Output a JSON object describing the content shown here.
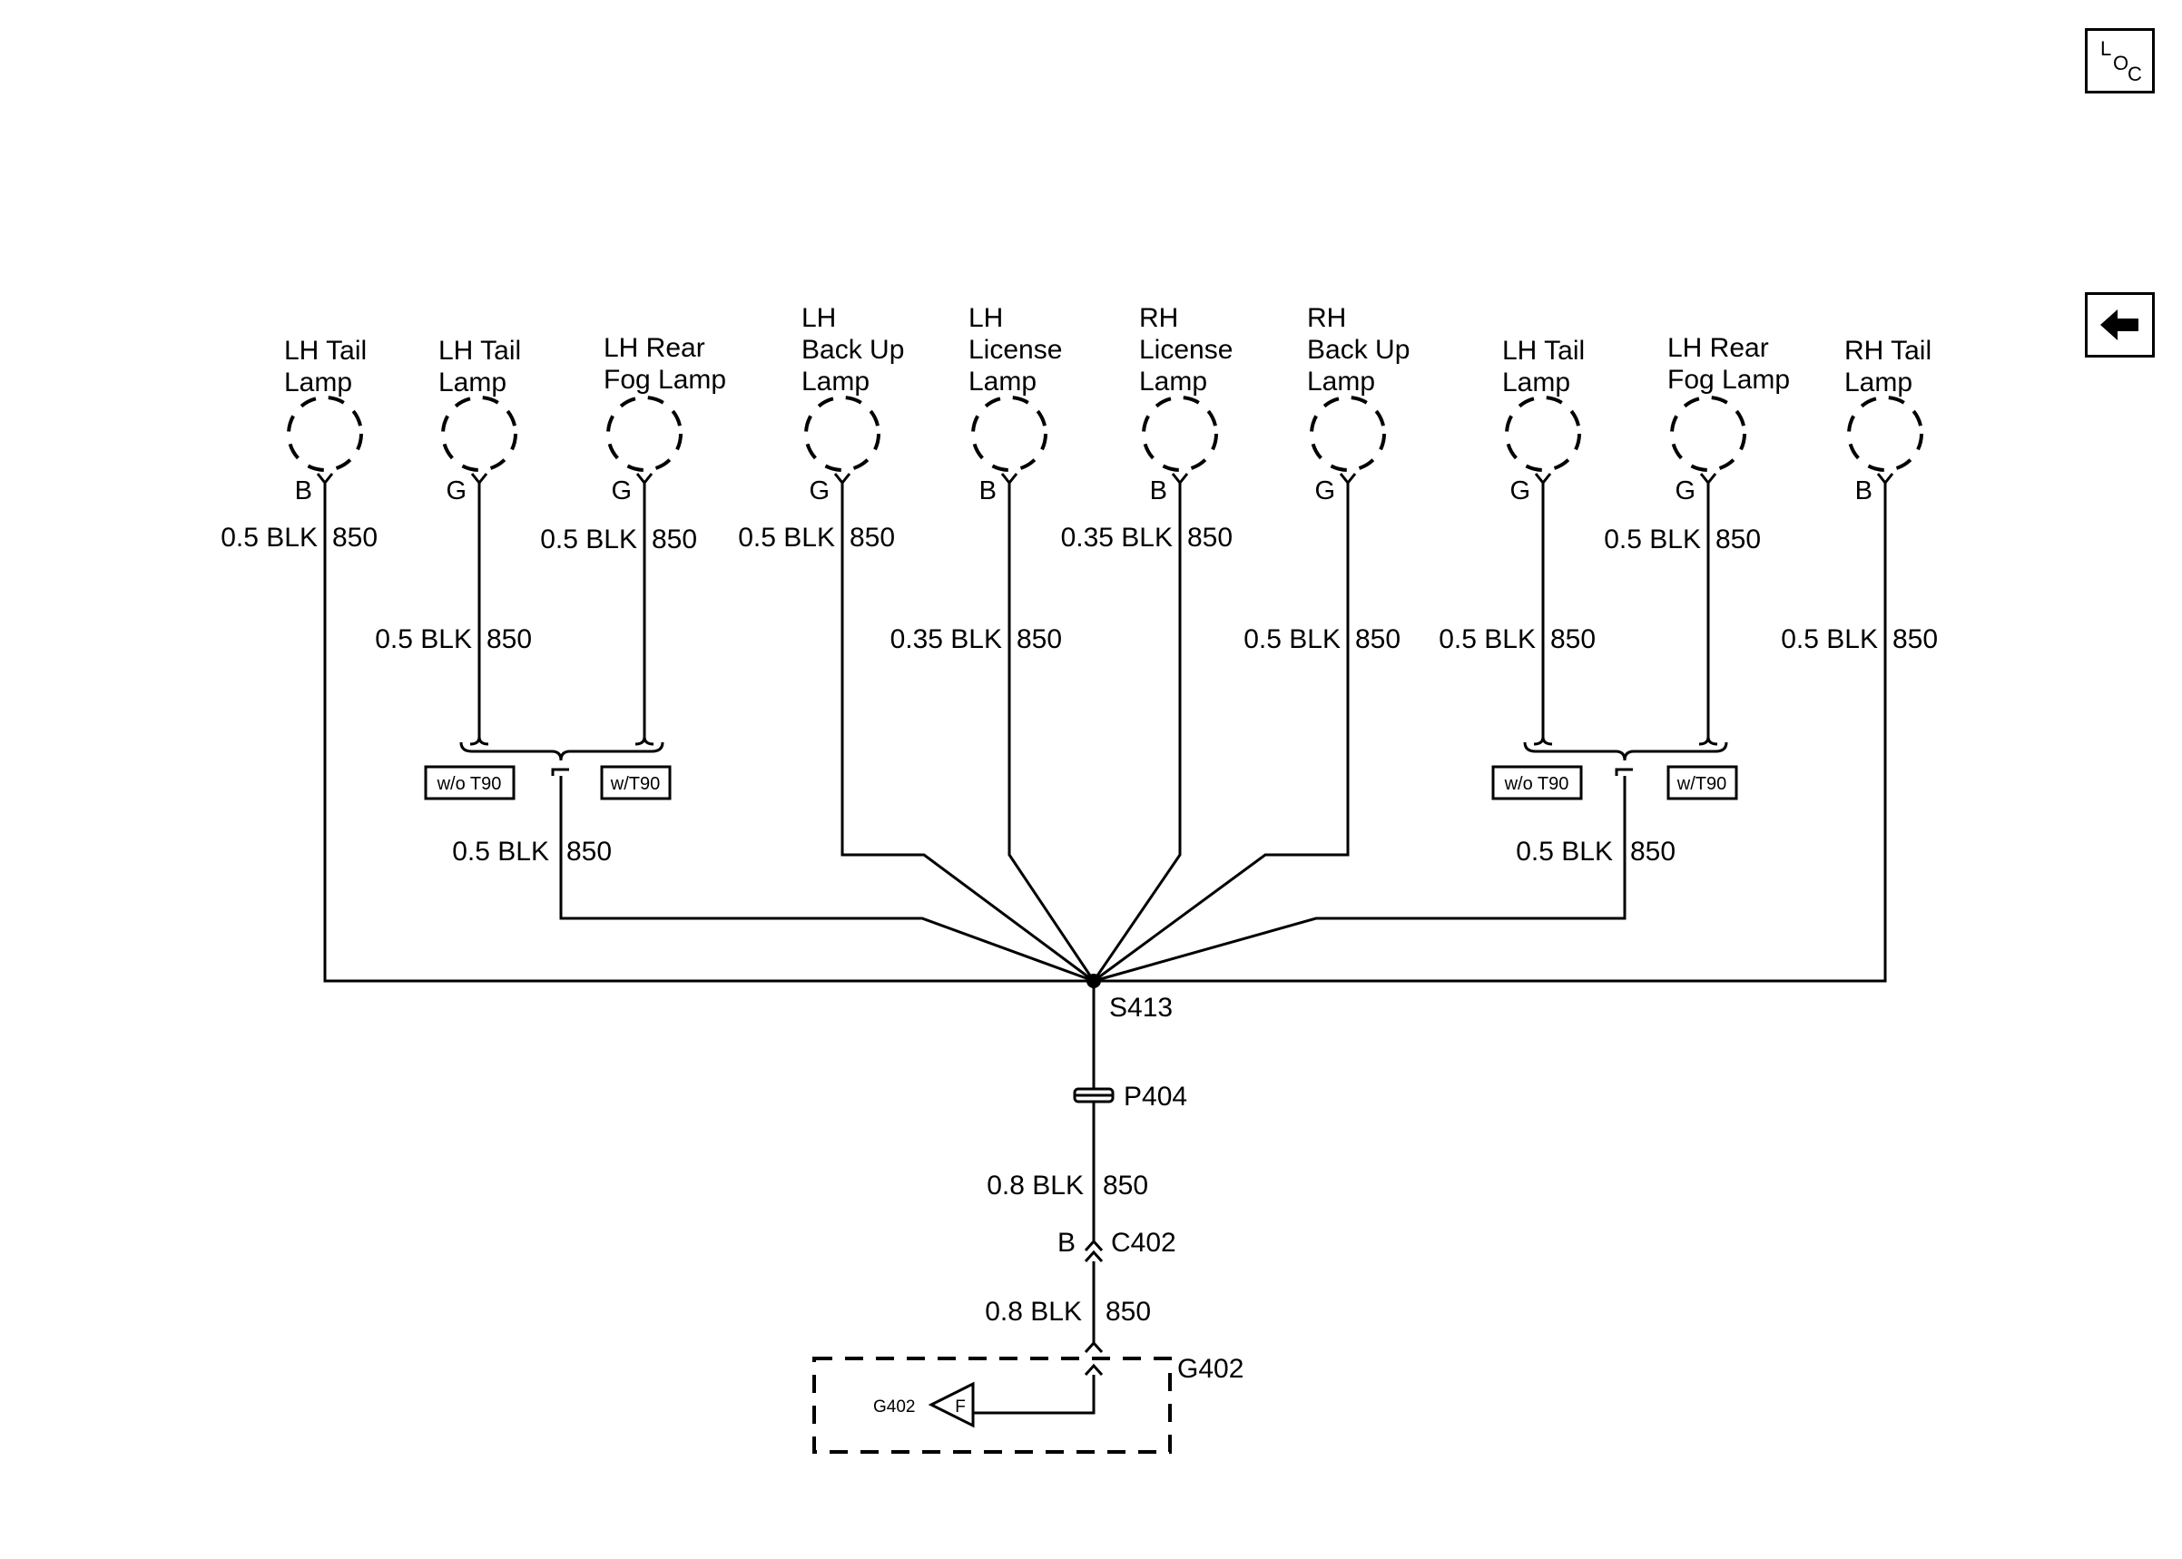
{
  "nav": {
    "loc_label": "LOC",
    "loc_letters": [
      "L",
      "O",
      "C"
    ],
    "back_icon": "arrow-left-icon"
  },
  "lamps": [
    {
      "name_lines": [
        "LH Tail",
        "Lamp"
      ],
      "pin": "B",
      "wire_gauge_color": "0.5 BLK",
      "circuit": "850"
    },
    {
      "name_lines": [
        "LH Tail",
        "Lamp"
      ],
      "pin": "G",
      "wire_gauge_color": "0.5 BLK",
      "circuit": "850"
    },
    {
      "name_lines": [
        "LH Rear",
        "Fog Lamp"
      ],
      "pin": "G",
      "wire_gauge_color": "0.5 BLK",
      "circuit": "850"
    },
    {
      "name_lines": [
        "LH",
        "Back Up",
        "Lamp"
      ],
      "pin": "G",
      "wire_gauge_color": "0.5 BLK",
      "circuit": "850"
    },
    {
      "name_lines": [
        "LH",
        "License",
        "Lamp"
      ],
      "pin": "B",
      "wire_gauge_color": "0.35 BLK",
      "circuit": "850"
    },
    {
      "name_lines": [
        "RH",
        "License",
        "Lamp"
      ],
      "pin": "B",
      "wire_gauge_color": "0.35 BLK",
      "circuit": "850"
    },
    {
      "name_lines": [
        "RH",
        "Back Up",
        "Lamp"
      ],
      "pin": "G",
      "wire_gauge_color": "0.5 BLK",
      "circuit": "850"
    },
    {
      "name_lines": [
        "LH Tail",
        "Lamp"
      ],
      "pin": "G",
      "wire_gauge_color": "0.5 BLK",
      "circuit": "850"
    },
    {
      "name_lines": [
        "LH Rear",
        "Fog Lamp"
      ],
      "pin": "G",
      "wire_gauge_color": "0.5 BLK",
      "circuit": "850"
    },
    {
      "name_lines": [
        "RH Tail",
        "Lamp"
      ],
      "pin": "B",
      "wire_gauge_color": "0.5 BLK",
      "circuit": "850"
    }
  ],
  "option_tags": {
    "without": "w/o T90",
    "with": "w/T90"
  },
  "merge_wires": [
    {
      "wire_gauge_color": "0.5 BLK",
      "circuit": "850"
    },
    {
      "wire_gauge_color": "0.5 BLK",
      "circuit": "850"
    }
  ],
  "splice": {
    "id": "S413"
  },
  "connector_p404": {
    "id": "P404"
  },
  "wire_below_p404": {
    "wire_gauge_color": "0.8 BLK",
    "circuit": "850"
  },
  "connector_c402": {
    "id": "C402",
    "pin": "B"
  },
  "wire_below_c402": {
    "wire_gauge_color": "0.8 BLK",
    "circuit": "850"
  },
  "ground": {
    "id": "G402",
    "inner_label": "G402",
    "terminal": "F"
  }
}
